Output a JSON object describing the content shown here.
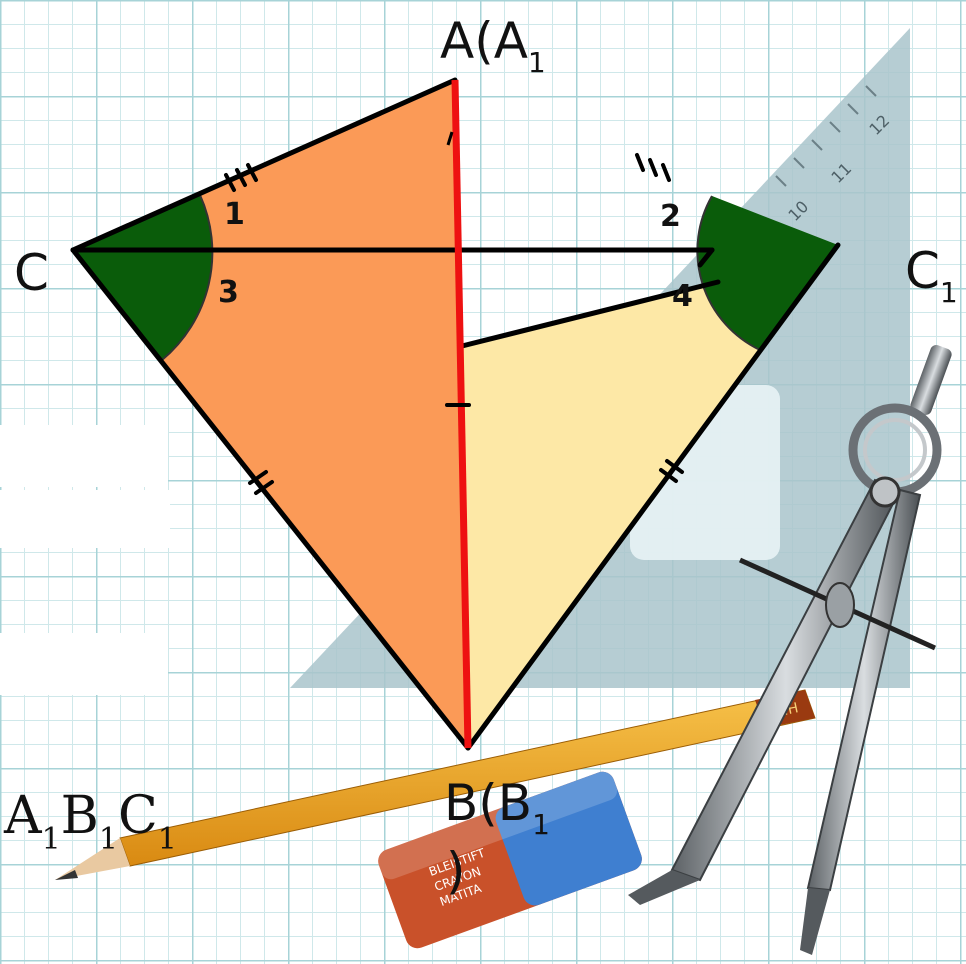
{
  "points": {
    "A": {
      "main": "A(A",
      "sub": "1"
    },
    "C": {
      "main": "C",
      "sub": ""
    },
    "C1": {
      "main": "C",
      "sub": "1"
    },
    "B": {
      "main": "B(B",
      "sub": "1",
      "paren": ")"
    }
  },
  "angles": {
    "a1": "1",
    "a2": "2",
    "a3": "3",
    "a4": "4"
  },
  "triangle_name": {
    "parts": [
      "A",
      "1",
      "B",
      "1",
      "C",
      "1"
    ]
  },
  "tools": {
    "pencil_text": "2H",
    "eraser_text": [
      "BLEISTIFT",
      "CRAYON",
      "MATITA"
    ],
    "ruler_ticks": [
      "10",
      "11",
      "12"
    ]
  },
  "colors": {
    "grid_line": "#b9dde0",
    "triangle_orange": "#fb9a57",
    "triangle_yellow": "#fde8a6",
    "angle_green": "#0a5c0a",
    "axis_red": "#ee1111",
    "set_square": "#a9c4cb"
  }
}
